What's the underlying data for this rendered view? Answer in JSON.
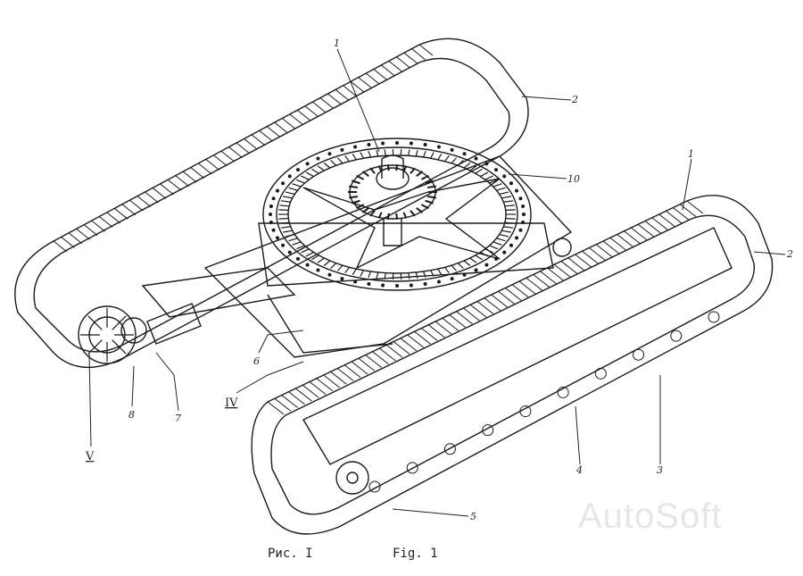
{
  "figure": {
    "caption_ru": "Рис. I",
    "caption_en": "Fig. 1"
  },
  "callouts": {
    "label_1_top": "1",
    "label_2_top": "2",
    "label_10": "10",
    "label_1_right": "1",
    "label_2_right": "2",
    "label_6": "6",
    "label_IV": "IV",
    "label_8": "8",
    "label_7": "7",
    "label_V": "V",
    "label_4": "4",
    "label_3": "3",
    "label_5": "5"
  },
  "watermark": "AutoSoft",
  "colors": {
    "ink": "#1a1a1a",
    "paper": "#ffffff",
    "watermark": "#e6e6e6"
  }
}
